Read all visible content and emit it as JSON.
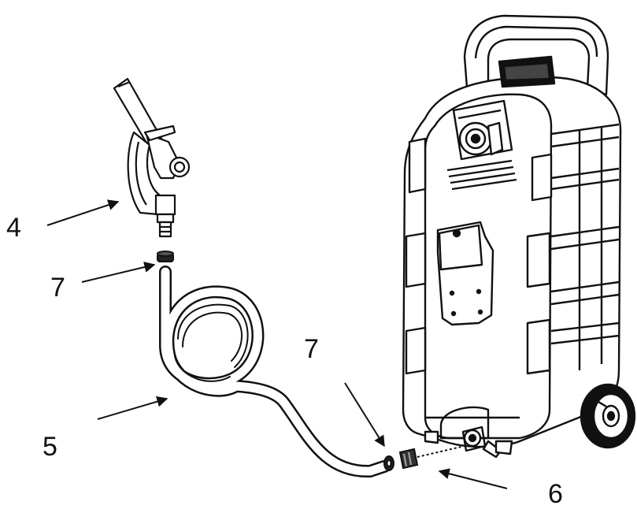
{
  "callouts": {
    "nozzle": "4",
    "seal_top": "7",
    "hose": "5",
    "seal_bottom": "7",
    "tank_outlet": "6"
  }
}
